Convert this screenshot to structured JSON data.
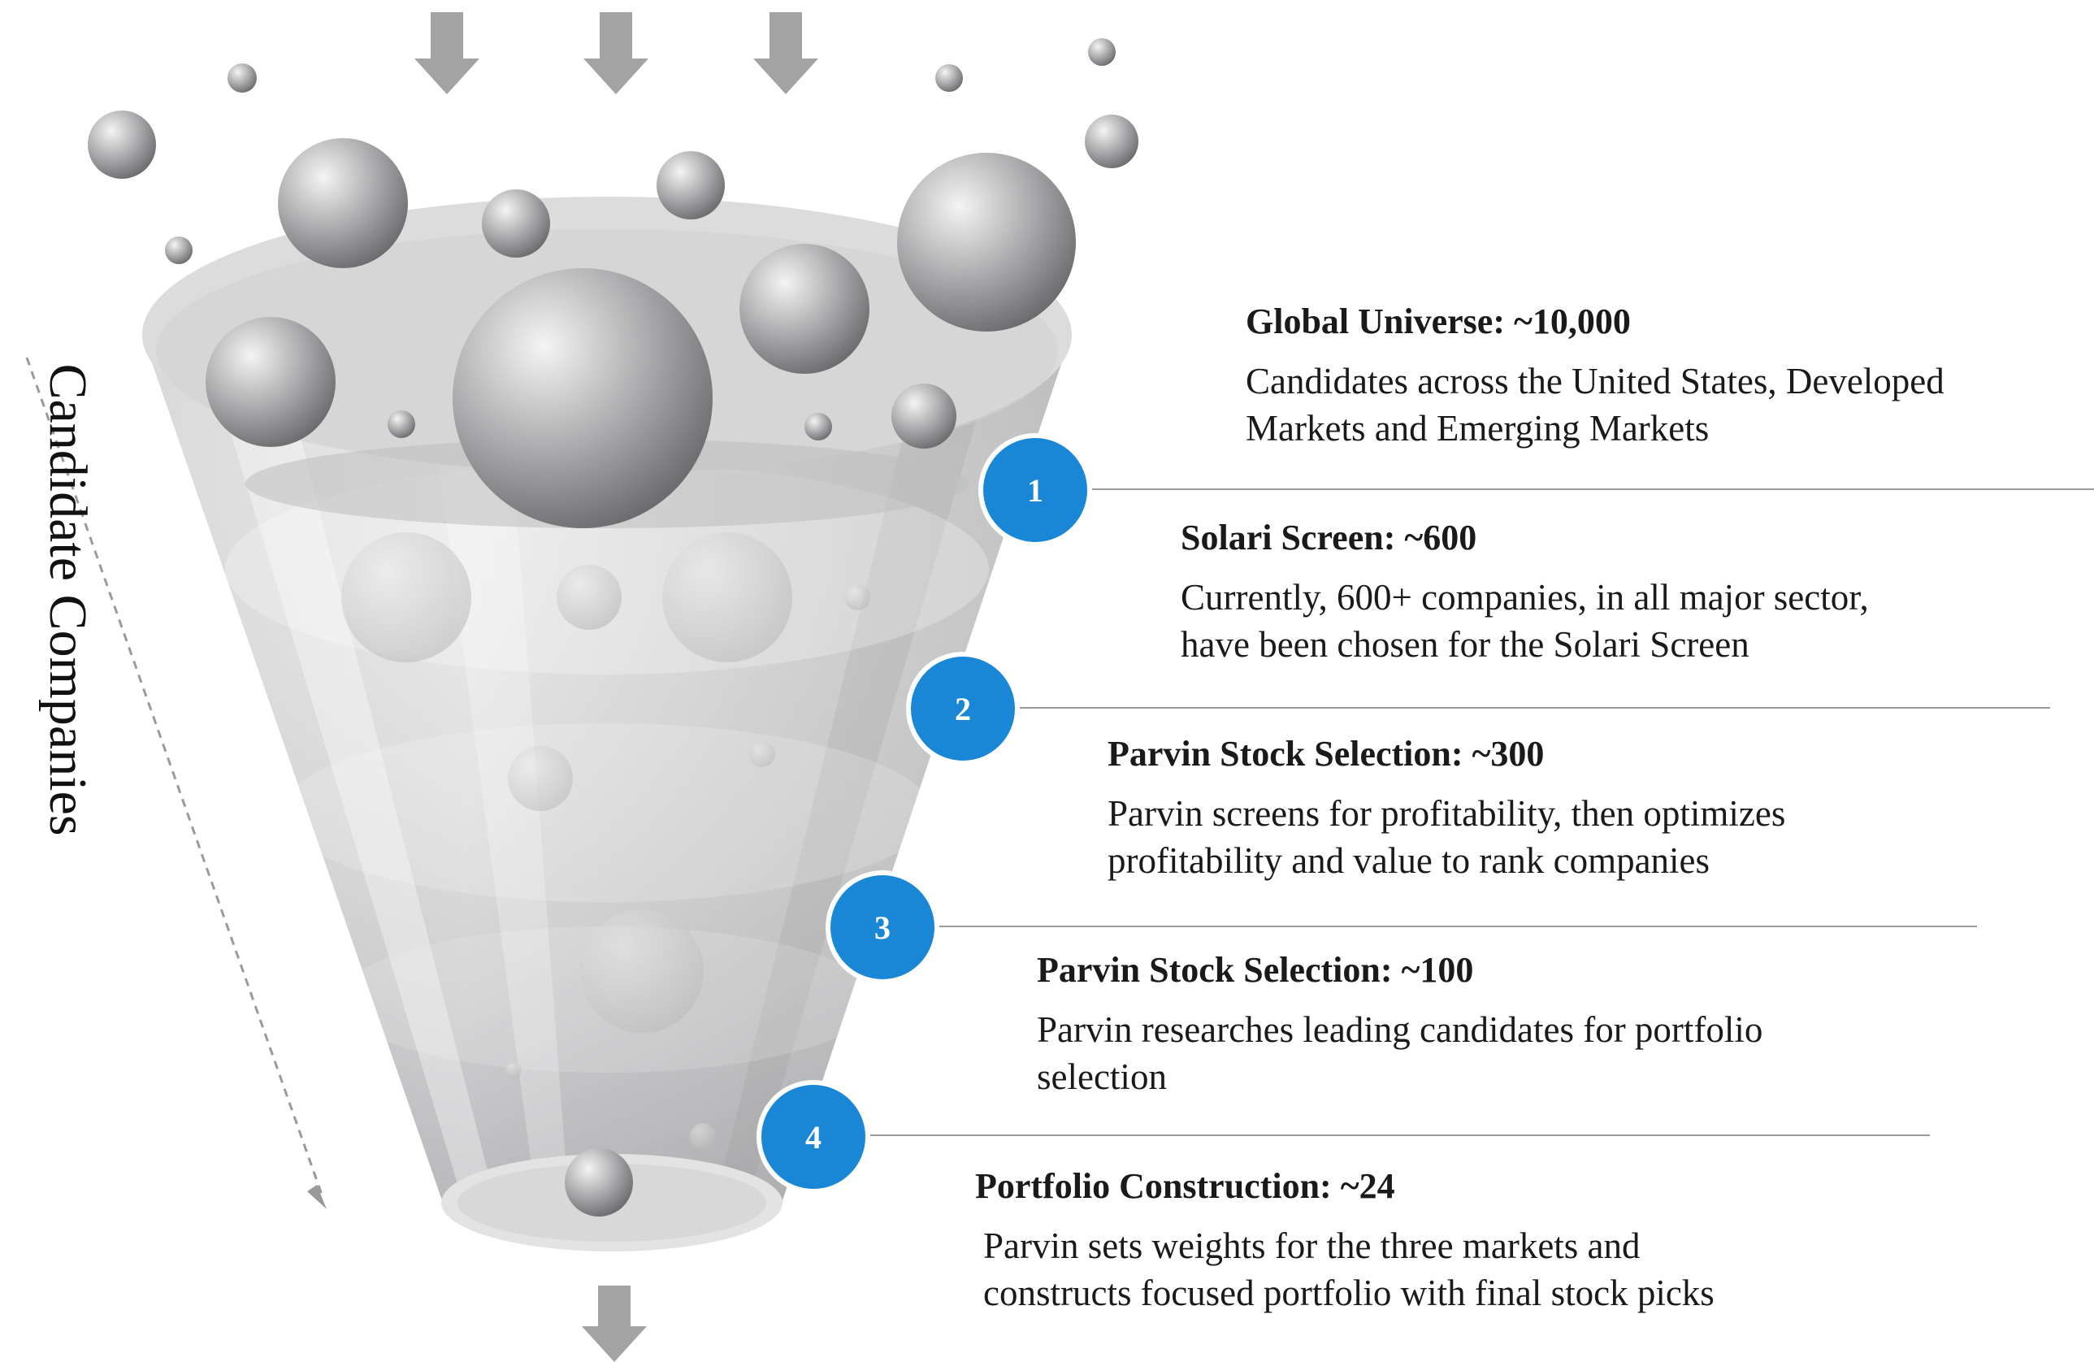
{
  "side_label": "Candidate Companies",
  "steps": [
    {
      "badge": "",
      "title": "Global Universe: ~10,000",
      "desc": [
        "Candidates across the United States, Developed",
        "Markets and Emerging Markets"
      ]
    },
    {
      "badge": "1",
      "title": "Solari Screen: ~600",
      "desc": [
        "Currently, 600+ companies, in all major sector,",
        "have been chosen for the Solari Screen"
      ]
    },
    {
      "badge": "2",
      "title": "Parvin Stock Selection: ~300",
      "desc": [
        "Parvin screens for profitability, then optimizes",
        "profitability and value to rank companies"
      ]
    },
    {
      "badge": "3",
      "title": "Parvin Stock Selection: ~100",
      "desc": [
        "Parvin researches leading candidates for portfolio",
        "selection"
      ]
    },
    {
      "badge": "4",
      "title": "Portfolio Construction: ~24",
      "desc": [
        "Parvin sets weights for the three markets and",
        "constructs focused portfolio with final stock picks"
      ]
    }
  ],
  "colors": {
    "badge": "#1a87d6",
    "funnel": "#c8c8c8",
    "arrow": "#a3a3a3",
    "rule": "#9a9a9a"
  },
  "icons": [
    "arrow-down-icon"
  ]
}
